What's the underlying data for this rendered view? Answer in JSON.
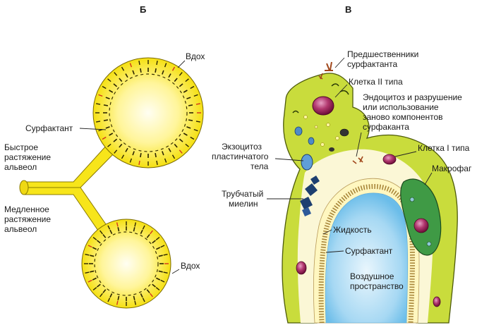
{
  "panels": {
    "b": {
      "letter": "Б",
      "labels": {
        "inhale_top": "Вдох",
        "surfactant": "Сурфактант",
        "fast_1": "Быстрое",
        "fast_2": "растяжение",
        "fast_3": "альвеол",
        "slow_1": "Медленное",
        "slow_2": "растяжение",
        "slow_3": "альвеол",
        "inhale_bottom": "Вдох"
      }
    },
    "v": {
      "letter": "В",
      "labels": {
        "precursors_1": "Предшественники",
        "precursors_2": "сурфактанта",
        "type2": "Клетка II типа",
        "endo_1": "Эндоцитоз и разрушение",
        "endo_2": "или использование",
        "endo_3": "заново компонентов",
        "endo_4": "сурфаканта",
        "type1": "Клетка I типа",
        "exo_1": "Экзоцитоз",
        "exo_2": "пластинчатого",
        "exo_3": "тела",
        "macrophage": "Макрофаг",
        "tubular_1": "Трубчатый",
        "tubular_2": "миелин",
        "liquid": "Жидкость",
        "surfactant": "Сурфактант",
        "air_1": "Воздушное",
        "air_2": "пространство"
      }
    }
  },
  "colors": {
    "alveolus_yellow": "#f7e51a",
    "alveolus_center": "#fffbe0",
    "tissue_green": "#c9dc3c",
    "macrophage_green": "#3f9a45",
    "air_blue": "#7fc6ec",
    "nucleus_purple": "#8a1446"
  }
}
